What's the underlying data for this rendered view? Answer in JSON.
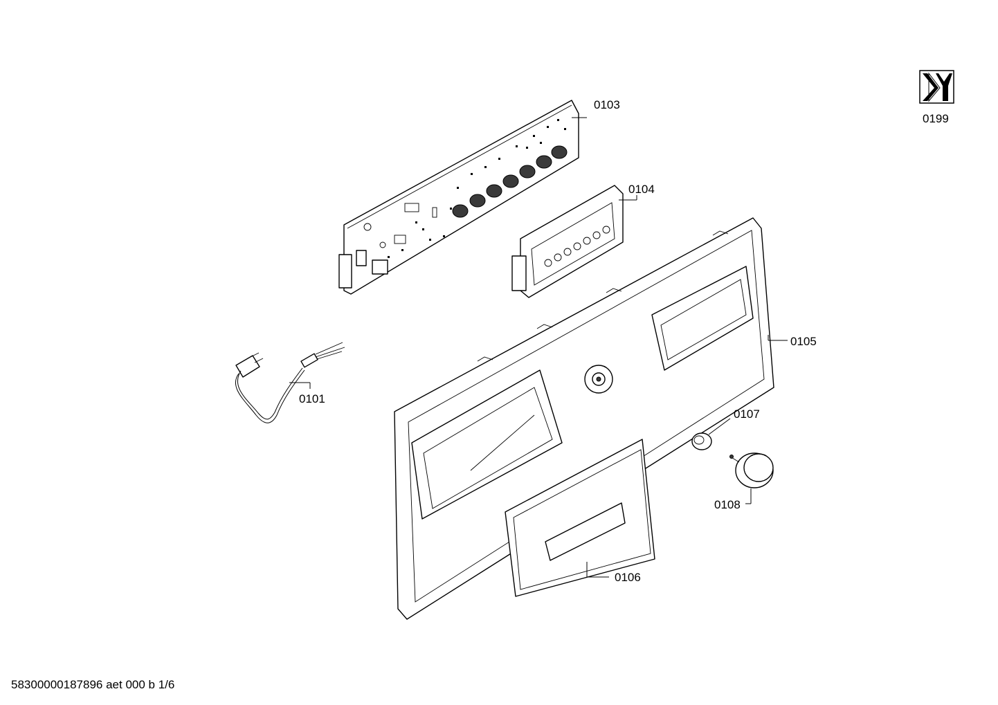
{
  "parts": [
    {
      "id": "0101"
    },
    {
      "id": "0103"
    },
    {
      "id": "0104"
    },
    {
      "id": "0105"
    },
    {
      "id": "0106"
    },
    {
      "id": "0107"
    },
    {
      "id": "0108"
    },
    {
      "id": "0199"
    }
  ],
  "footer": "58300000187896 aet 000 b 1/6",
  "service_icon": "service-tool-icon"
}
